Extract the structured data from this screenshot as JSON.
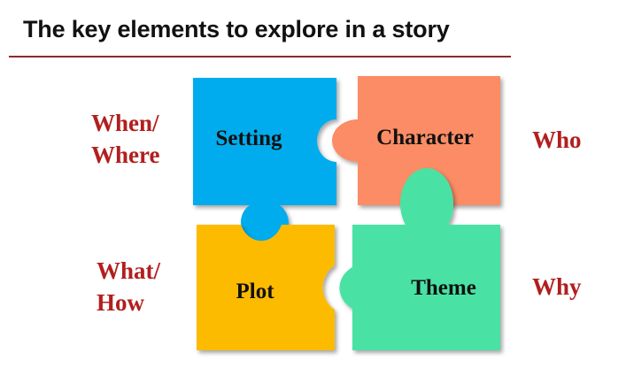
{
  "title": "The key elements to explore in a story",
  "pieces": {
    "setting": {
      "label": "Setting",
      "color": "#02aced"
    },
    "character": {
      "label": "Character",
      "color": "#fb8c65"
    },
    "plot": {
      "label": "Plot",
      "color": "#fdbb05"
    },
    "theme": {
      "label": "Theme",
      "color": "#49e2a4"
    }
  },
  "questions": {
    "setting": [
      "When/",
      "Where"
    ],
    "character": "Who",
    "plot": [
      "What/",
      "How"
    ],
    "theme": "Why"
  },
  "accent_color": "#b21e1e"
}
